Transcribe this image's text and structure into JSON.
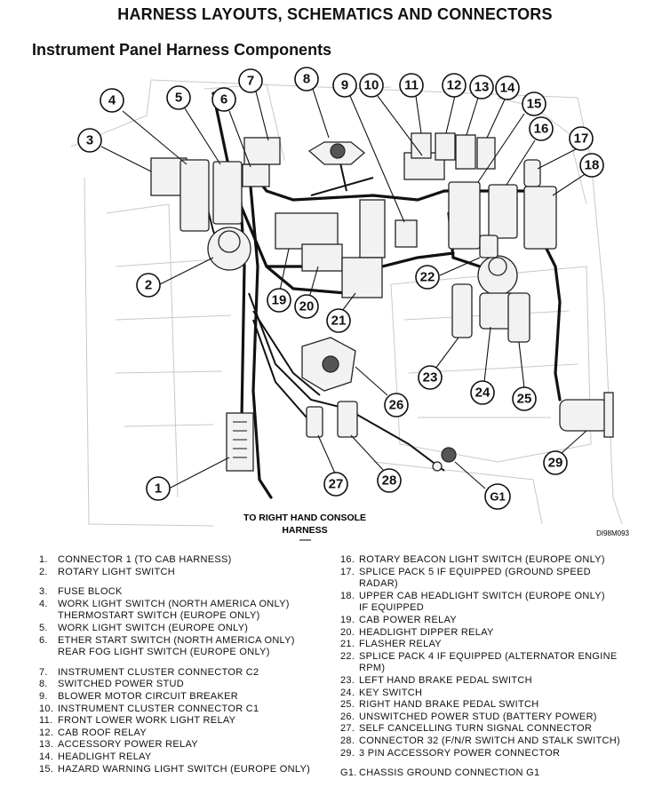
{
  "page": {
    "title": "HARNESS LAYOUTS, SCHEMATICS AND CONNECTORS",
    "subtitle": "Instrument Panel Harness Components"
  },
  "diagram": {
    "destination_label_line1": "TO RIGHT HAND CONSOLE",
    "destination_label_line2": "HARNESS",
    "figure_id": "DI98M093",
    "callouts": [
      {
        "label": "1"
      },
      {
        "label": "2"
      },
      {
        "label": "3"
      },
      {
        "label": "4"
      },
      {
        "label": "5"
      },
      {
        "label": "6"
      },
      {
        "label": "7"
      },
      {
        "label": "8"
      },
      {
        "label": "9"
      },
      {
        "label": "10"
      },
      {
        "label": "11"
      },
      {
        "label": "12"
      },
      {
        "label": "13"
      },
      {
        "label": "14"
      },
      {
        "label": "15"
      },
      {
        "label": "16"
      },
      {
        "label": "17"
      },
      {
        "label": "18"
      },
      {
        "label": "19"
      },
      {
        "label": "20"
      },
      {
        "label": "21"
      },
      {
        "label": "22"
      },
      {
        "label": "23"
      },
      {
        "label": "24"
      },
      {
        "label": "25"
      },
      {
        "label": "26"
      },
      {
        "label": "27"
      },
      {
        "label": "28"
      },
      {
        "label": "29"
      },
      {
        "label": "G1"
      }
    ]
  },
  "legend": {
    "left": [
      {
        "num": "1.",
        "text": "CONNECTOR 1 (TO CAB HARNESS)"
      },
      {
        "num": "2.",
        "text": "ROTARY LIGHT SWITCH"
      },
      {
        "num": "3.",
        "text": "FUSE BLOCK",
        "gap": true
      },
      {
        "num": "4.",
        "text": "WORK LIGHT SWITCH (NORTH AMERICA ONLY)\nTHERMOSTART SWITCH (EUROPE ONLY)"
      },
      {
        "num": "5.",
        "text": "WORK LIGHT SWITCH (EUROPE ONLY)"
      },
      {
        "num": "6.",
        "text": "ETHER START SWITCH (NORTH AMERICA ONLY)\nREAR FOG LIGHT SWITCH (EUROPE ONLY)"
      },
      {
        "num": "7.",
        "text": "INSTRUMENT CLUSTER CONNECTOR C2",
        "gap": true
      },
      {
        "num": "8.",
        "text": "SWITCHED POWER STUD"
      },
      {
        "num": "9.",
        "text": "BLOWER MOTOR CIRCUIT BREAKER"
      },
      {
        "num": "10.",
        "text": "INSTRUMENT CLUSTER CONNECTOR C1"
      },
      {
        "num": "11.",
        "text": "FRONT LOWER WORK LIGHT RELAY"
      },
      {
        "num": "12.",
        "text": "CAB ROOF RELAY"
      },
      {
        "num": "13.",
        "text": "ACCESSORY POWER RELAY"
      },
      {
        "num": "14.",
        "text": "HEADLIGHT RELAY"
      },
      {
        "num": "15.",
        "text": "HAZARD WARNING LIGHT SWITCH (EUROPE ONLY)"
      }
    ],
    "right": [
      {
        "num": "16.",
        "text": "ROTARY BEACON LIGHT SWITCH (EUROPE ONLY)"
      },
      {
        "num": "17.",
        "text": "SPLICE PACK 5 IF EQUIPPED (GROUND SPEED\nRADAR)"
      },
      {
        "num": "18.",
        "text": "UPPER CAB HEADLIGHT SWITCH (EUROPE ONLY)\nIF EQUIPPED"
      },
      {
        "num": "19.",
        "text": "CAB POWER RELAY"
      },
      {
        "num": "20.",
        "text": "HEADLIGHT DIPPER RELAY"
      },
      {
        "num": "21.",
        "text": "FLASHER RELAY"
      },
      {
        "num": "22.",
        "text": "SPLICE PACK 4 IF EQUIPPED (ALTERNATOR ENGINE\nRPM)"
      },
      {
        "num": "23.",
        "text": "LEFT HAND BRAKE PEDAL SWITCH"
      },
      {
        "num": "24.",
        "text": "KEY SWITCH"
      },
      {
        "num": "25.",
        "text": "RIGHT HAND BRAKE PEDAL SWITCH"
      },
      {
        "num": "26.",
        "text": "UNSWITCHED POWER STUD (BATTERY POWER)"
      },
      {
        "num": "27.",
        "text": "SELF CANCELLING TURN SIGNAL CONNECTOR"
      },
      {
        "num": "28.",
        "text": "CONNECTOR 32 (F/N/R SWITCH AND STALK SWITCH)"
      },
      {
        "num": "29.",
        "text": "3 PIN ACCESSORY POWER CONNECTOR"
      },
      {
        "num": "G1.",
        "text": "CHASSIS GROUND CONNECTION G1",
        "gap": true
      }
    ]
  }
}
